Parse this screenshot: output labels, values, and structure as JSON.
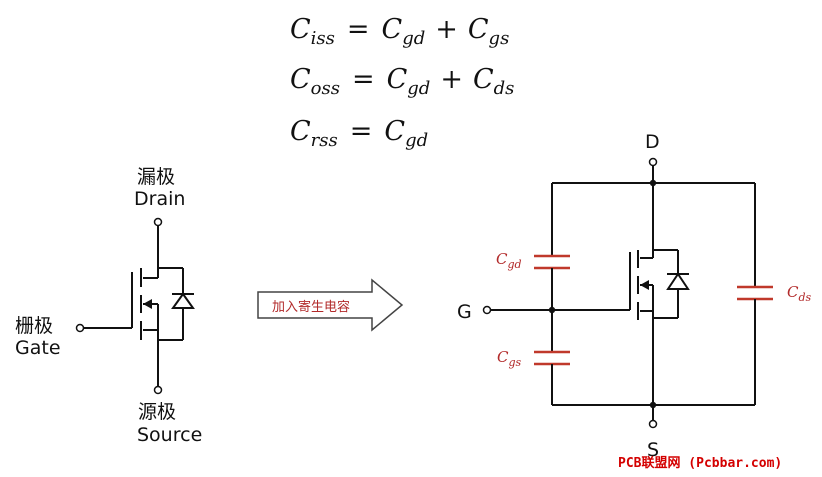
{
  "equations": {
    "ciss": "Cᵢₛₛ = C₉ᵈ + C₉ₛ",
    "coss": "Cₒₛₛ = C₉ᵈ + Cᵈₛ",
    "crss": "Cᵣₛₛ = C₉ᵈ"
  },
  "equation_parts": {
    "ciss": {
      "lhs": "C",
      "lhs_sub": "iss",
      "op": "=",
      "t1": "C",
      "t1_sub": "gd",
      "plus": "+",
      "t2": "C",
      "t2_sub": "gs"
    },
    "coss": {
      "lhs": "C",
      "lhs_sub": "oss",
      "op": "=",
      "t1": "C",
      "t1_sub": "gd",
      "plus": "+",
      "t2": "C",
      "t2_sub": "ds"
    },
    "crss": {
      "lhs": "C",
      "lhs_sub": "rss",
      "op": "=",
      "t1": "C",
      "t1_sub": "gd"
    }
  },
  "left_symbol": {
    "drain_cn": "漏极",
    "drain_en": "Drain",
    "gate_cn": "栅极",
    "gate_en": "Gate",
    "source_cn": "源极",
    "source_en": "Source"
  },
  "arrow": {
    "label": "加入寄生电容"
  },
  "right_circuit": {
    "drain": "D",
    "gate": "G",
    "source": "S",
    "cgd": {
      "main": "C",
      "sub": "gd"
    },
    "cgs": {
      "main": "C",
      "sub": "gs"
    },
    "cds": {
      "main": "C",
      "sub": "ds"
    }
  },
  "watermark": "PCB联盟网 (Pcbbar.com)",
  "colors": {
    "capacitor": "#c0392b",
    "label_red": "#b22a2a",
    "watermark": "#d40000"
  }
}
